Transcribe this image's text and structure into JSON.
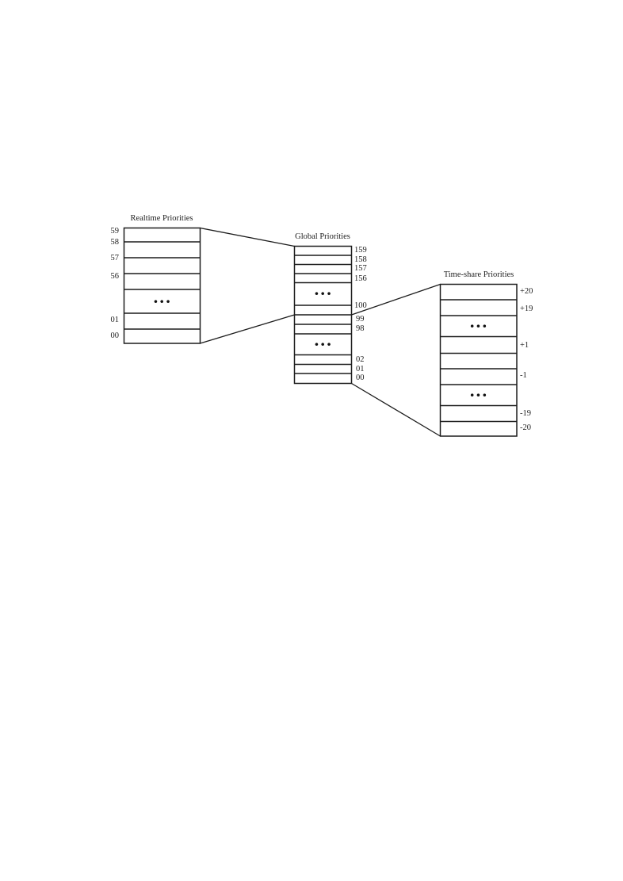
{
  "colors": {
    "background": "#ffffff",
    "ink": "#1c1c1c"
  },
  "realtime": {
    "title": "Realtime Priorities",
    "labels": [
      "59",
      "58",
      "57",
      "56",
      "01",
      "00"
    ],
    "ellipsis": "•••"
  },
  "global": {
    "title": "Global Priorities",
    "labels": [
      "159",
      "158",
      "157",
      "156",
      "100",
      "99",
      "98",
      "02",
      "01",
      "00"
    ],
    "ellipsis": "•••"
  },
  "timeshare": {
    "title": "Time-share Priorities",
    "labels": [
      "+20",
      "+19",
      "+1",
      "-1",
      "-19",
      "-20"
    ],
    "ellipsis": "•••"
  }
}
